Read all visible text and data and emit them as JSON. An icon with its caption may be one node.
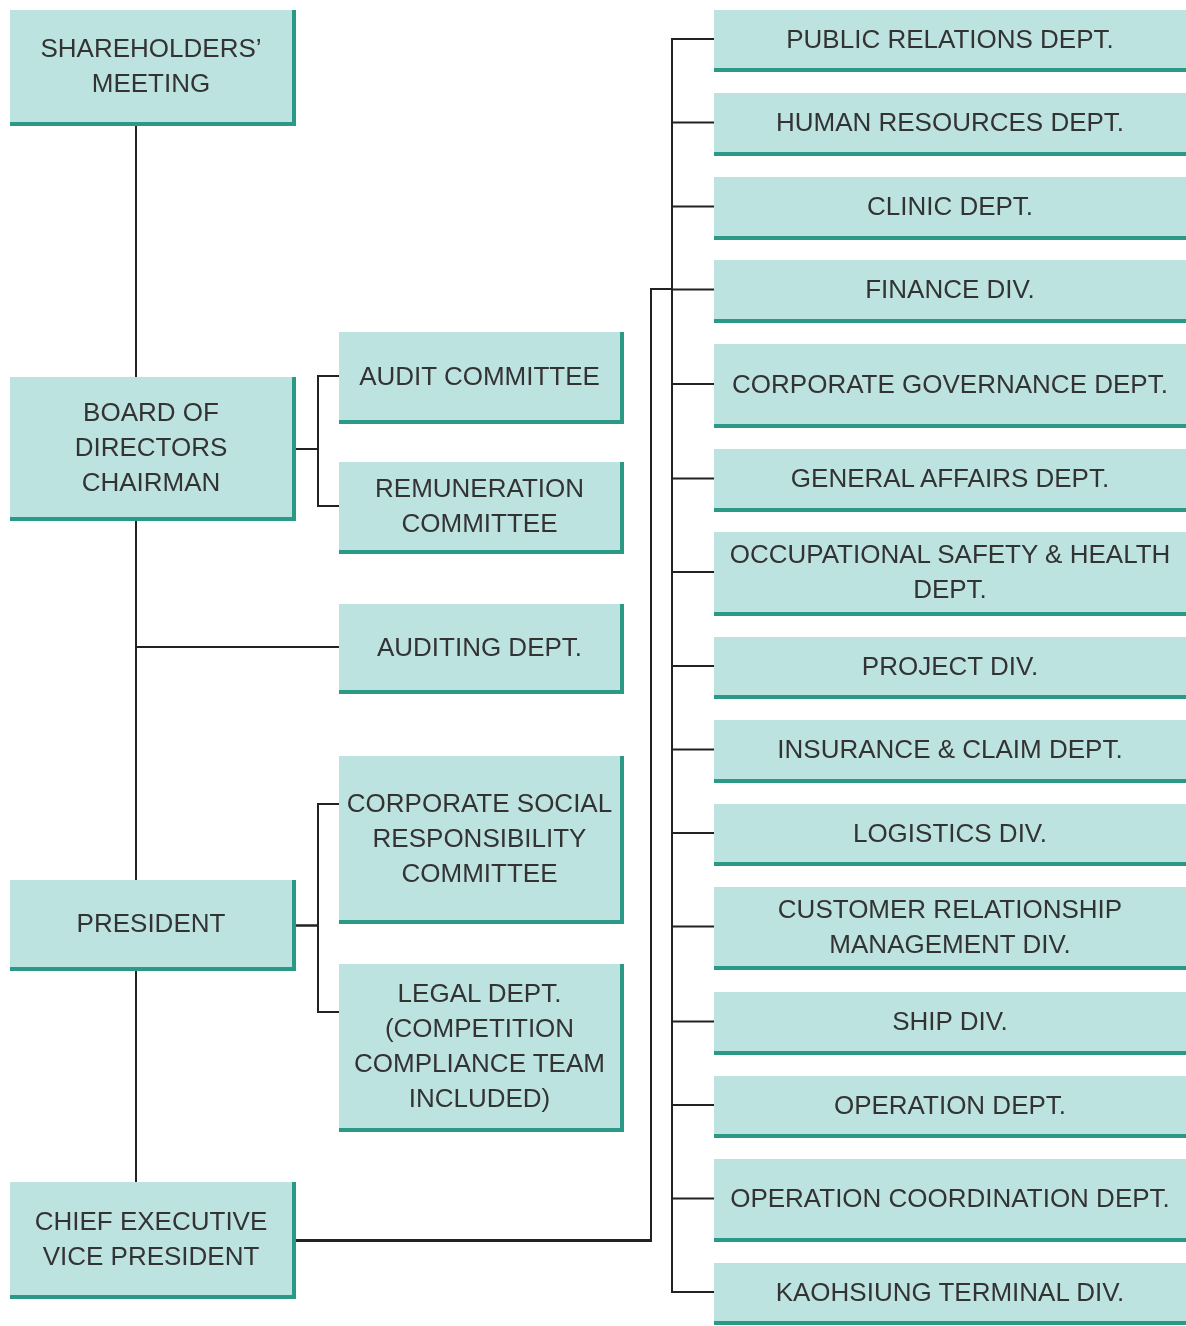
{
  "diagram": {
    "nodes": [
      {
        "text": [
          "SHAREHOLDERS’ MEETING"
        ]
      },
      {
        "text": [
          "BOARD OF DIRECTORS CHAIRMAN"
        ]
      },
      {
        "text": [
          "AUDIT COMMITTEE"
        ]
      },
      {
        "text": [
          "REMUNERATION COMMITTEE"
        ]
      },
      {
        "text": [
          "AUDITING DEPT."
        ]
      },
      {
        "text": [
          "PRESIDENT"
        ]
      },
      {
        "text": [
          "CORPORATE SOCIAL RESPONSIBILITY COMMITTEE"
        ]
      },
      {
        "text": [
          "LEGAL DEPT. (COMPETITION COMPLIANCE TEAM INCLUDED)"
        ]
      },
      {
        "text": [
          "CHIEF EXECUTIVE VICE PRESIDENT"
        ]
      },
      {
        "text": [
          "PUBLIC RELATIONS DEPT."
        ]
      },
      {
        "text": [
          "HUMAN RESOURCES DEPT."
        ]
      },
      {
        "text": [
          "CLINIC DEPT."
        ]
      },
      {
        "text": [
          "FINANCE DIV."
        ]
      },
      {
        "text": [
          "CORPORATE GOVERNANCE DEPT."
        ]
      },
      {
        "text": [
          "GENERAL AFFAIRS DEPT."
        ]
      },
      {
        "text": [
          "OCCUPATIONAL SAFETY & HEALTH DEPT."
        ]
      },
      {
        "text": [
          "PROJECT DIV."
        ]
      },
      {
        "text": [
          "INSURANCE & CLAIM DEPT."
        ]
      },
      {
        "text": [
          "LOGISTICS DIV."
        ]
      },
      {
        "text": [
          "CUSTOMER RELATIONSHIP MANAGEMENT DIV."
        ]
      },
      {
        "text": [
          "SHIP DIV."
        ]
      },
      {
        "text": [
          "OPERATION DEPT."
        ]
      },
      {
        "text": [
          "OPERATION COORDINATION DEPT."
        ]
      },
      {
        "text": [
          "KAOHSIUNG TERMINAL DIV."
        ]
      }
    ],
    "edges": [
      {
        "from": 0,
        "to": 1,
        "arrow": "none"
      },
      {
        "from": 1,
        "to": 2,
        "arrow": "none"
      },
      {
        "from": 1,
        "to": 3,
        "arrow": "none"
      },
      {
        "from": 1,
        "to": 4,
        "arrow": "none"
      },
      {
        "from": 1,
        "to": 5,
        "arrow": "none"
      },
      {
        "from": 5,
        "to": 6,
        "arrow": "none"
      },
      {
        "from": 5,
        "to": 7,
        "arrow": "none"
      },
      {
        "from": 5,
        "to": 8,
        "arrow": "none"
      },
      {
        "from": 8,
        "to": 9,
        "arrow": "none"
      },
      {
        "from": 8,
        "to": 10,
        "arrow": "none"
      },
      {
        "from": 8,
        "to": 11,
        "arrow": "none"
      },
      {
        "from": 8,
        "to": 12,
        "arrow": "none"
      },
      {
        "from": 8,
        "to": 13,
        "arrow": "none"
      },
      {
        "from": 8,
        "to": 14,
        "arrow": "none"
      },
      {
        "from": 8,
        "to": 15,
        "arrow": "none"
      },
      {
        "from": 8,
        "to": 16,
        "arrow": "none"
      },
      {
        "from": 8,
        "to": 17,
        "arrow": "none"
      },
      {
        "from": 8,
        "to": 18,
        "arrow": "none"
      },
      {
        "from": 8,
        "to": 19,
        "arrow": "none"
      },
      {
        "from": 8,
        "to": 20,
        "arrow": "none"
      },
      {
        "from": 8,
        "to": 21,
        "arrow": "none"
      },
      {
        "from": 8,
        "to": 22,
        "arrow": "none"
      },
      {
        "from": 8,
        "to": 23,
        "arrow": "none"
      }
    ]
  }
}
